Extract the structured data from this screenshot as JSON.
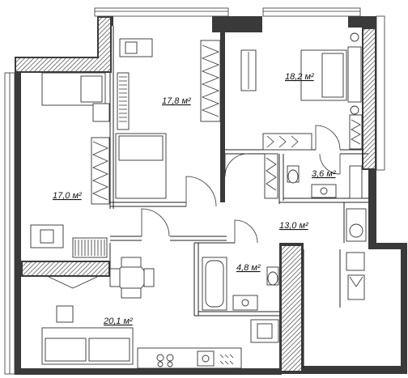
{
  "rooms": [
    {
      "id": "bedroom-center",
      "area": "17,8 м²"
    },
    {
      "id": "bedroom-right",
      "area": "18,2 м²"
    },
    {
      "id": "bathroom-small",
      "area": "3,6 м²"
    },
    {
      "id": "bedroom-left",
      "area": "17,0 м²"
    },
    {
      "id": "hallway",
      "area": "13,0 м²"
    },
    {
      "id": "bathroom",
      "area": "4,8 м²"
    },
    {
      "id": "living-kitchen",
      "area": "20,1 м²"
    }
  ],
  "colors": {
    "wall": "#3a3a3a",
    "line": "#222222",
    "background": "#ffffff"
  }
}
